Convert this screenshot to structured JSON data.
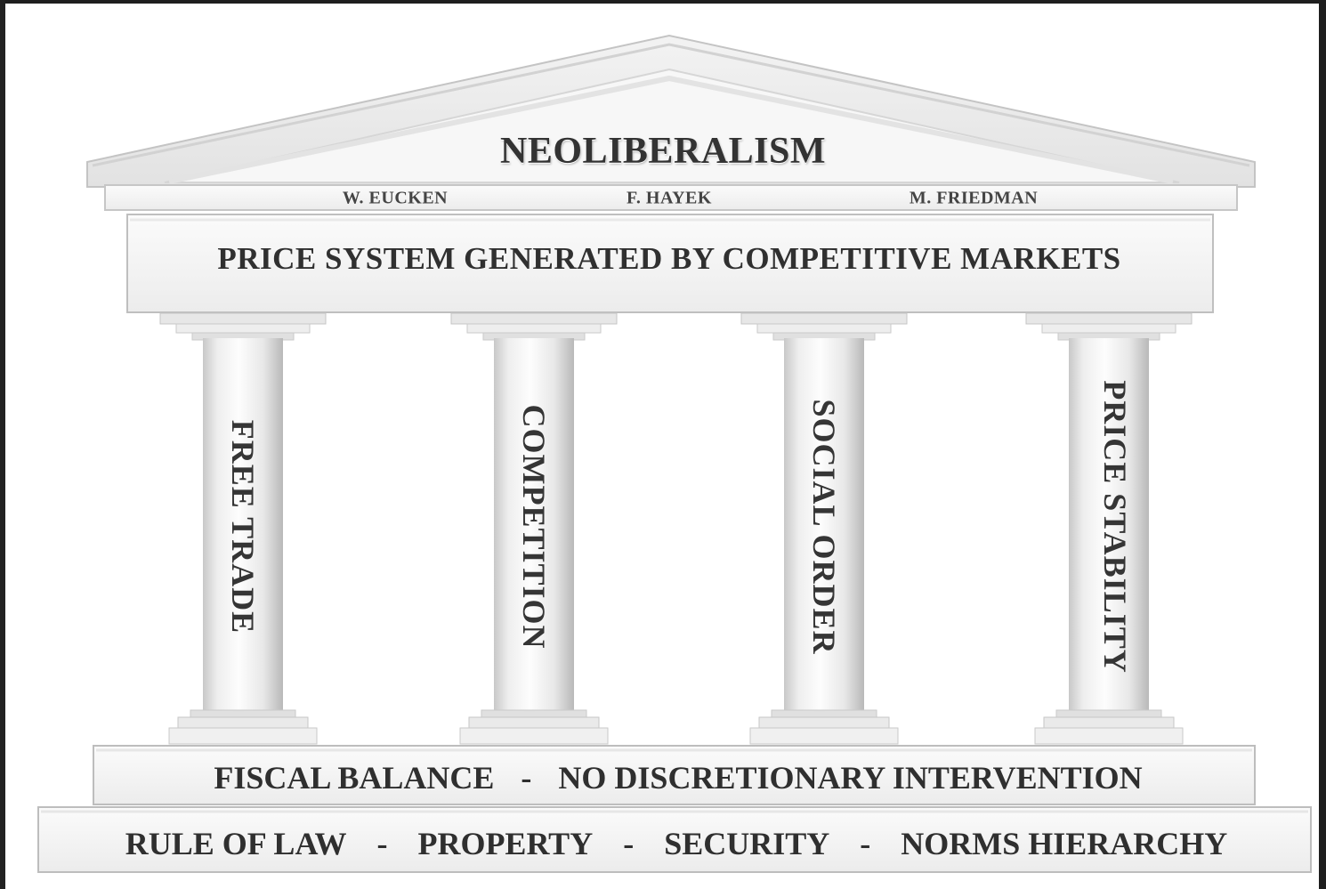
{
  "diagram": {
    "title": "NEOLIBERALISM",
    "authors": [
      "W. EUCKEN",
      "F. HAYEK",
      "M. FRIEDMAN"
    ],
    "beam": "PRICE SYSTEM GENERATED BY COMPETITIVE MARKETS",
    "pillars": [
      "FREE TRADE",
      "COMPETITION",
      "SOCIAL ORDER",
      "PRICE STABILITY"
    ],
    "foundation_upper": {
      "items": [
        "FISCAL BALANCE",
        "NO DISCRETIONARY INTERVENTION"
      ],
      "separator": "-"
    },
    "foundation_lower": {
      "items": [
        "RULE OF LAW",
        "PROPERTY",
        "SECURITY",
        "NORMS HIERARCHY"
      ],
      "separator": "-"
    }
  },
  "colors": {
    "marble_light": "#f7f7f7",
    "marble_mid": "#e6e6e6",
    "marble_shadow": "#c9c9c9",
    "outline": "#bdbdbd",
    "text": "#333333"
  }
}
